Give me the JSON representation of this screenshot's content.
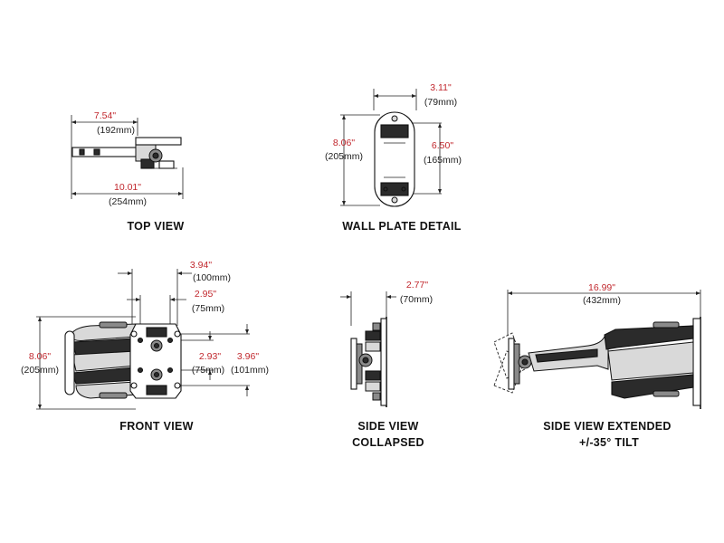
{
  "views": {
    "top": {
      "title": "TOP VIEW",
      "dim_width_in": "7.54\"",
      "dim_width_mm": "(192mm)",
      "dim_total_in": "10.01\"",
      "dim_total_mm": "(254mm)"
    },
    "wall_plate": {
      "title": "WALL PLATE DETAIL",
      "dim_height_in": "8.06\"",
      "dim_height_mm": "(205mm)",
      "dim_width_in": "3.11\"",
      "dim_width_mm": "(79mm)",
      "dim_hole_in": "6.50\"",
      "dim_hole_mm": "(165mm)"
    },
    "front": {
      "title": "FRONT VIEW",
      "dim_height_in": "8.06\"",
      "dim_height_mm": "(205mm)",
      "dim_h100_in": "3.94\"",
      "dim_h100_mm": "(100mm)",
      "dim_h75_in": "2.95\"",
      "dim_h75_mm": "(75mm)",
      "dim_v75_in": "2.93\"",
      "dim_v75_mm": "(75mm)",
      "dim_v100_in": "3.96\"",
      "dim_v100_mm": "(101mm)"
    },
    "side_collapsed": {
      "title_line1": "SIDE VIEW",
      "title_line2": "COLLAPSED",
      "dim_depth_in": "2.77\"",
      "dim_depth_mm": "(70mm)"
    },
    "side_extended": {
      "title_line1": "SIDE VIEW EXTENDED",
      "title_line2": "+/-35° TILT",
      "dim_extension_in": "16.99\"",
      "dim_extension_mm": "(432mm)"
    }
  }
}
